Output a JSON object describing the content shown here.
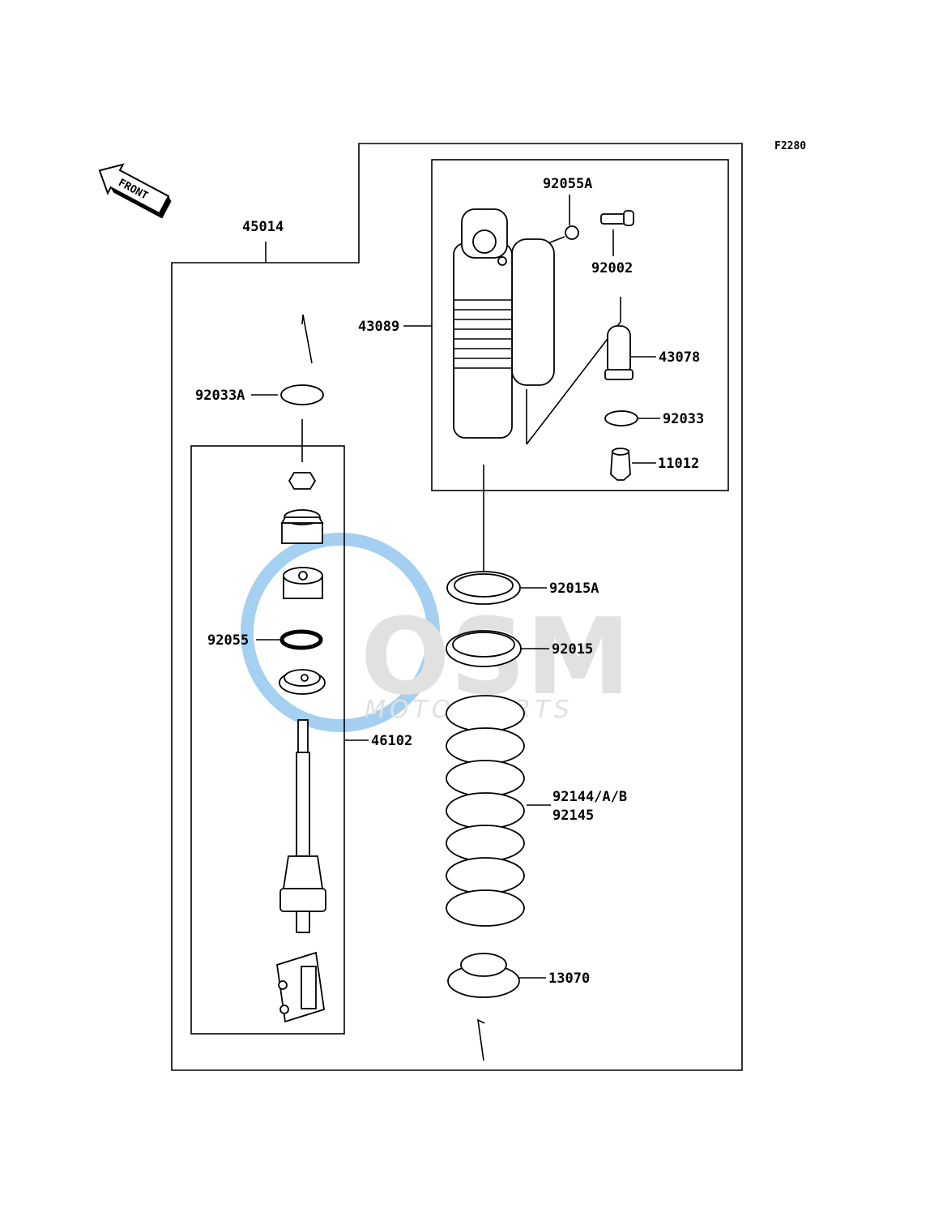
{
  "figure_code": "F2280",
  "direction_label": "FRONT",
  "watermark": {
    "brand": "OSM",
    "sub": "MOTORPARTS",
    "color": "#5aa9e6"
  },
  "parts": {
    "p45014": "45014",
    "p92055A": "92055A",
    "p92002": "92002",
    "p43089": "43089",
    "p43078": "43078",
    "p92033A": "92033A",
    "p92033": "92033",
    "p11012": "11012",
    "p92015A": "92015A",
    "p92055": "92055",
    "p92015": "92015",
    "p46102": "46102",
    "p92144": "92144/A/B",
    "p92145": "92145",
    "p13070": "13070"
  }
}
